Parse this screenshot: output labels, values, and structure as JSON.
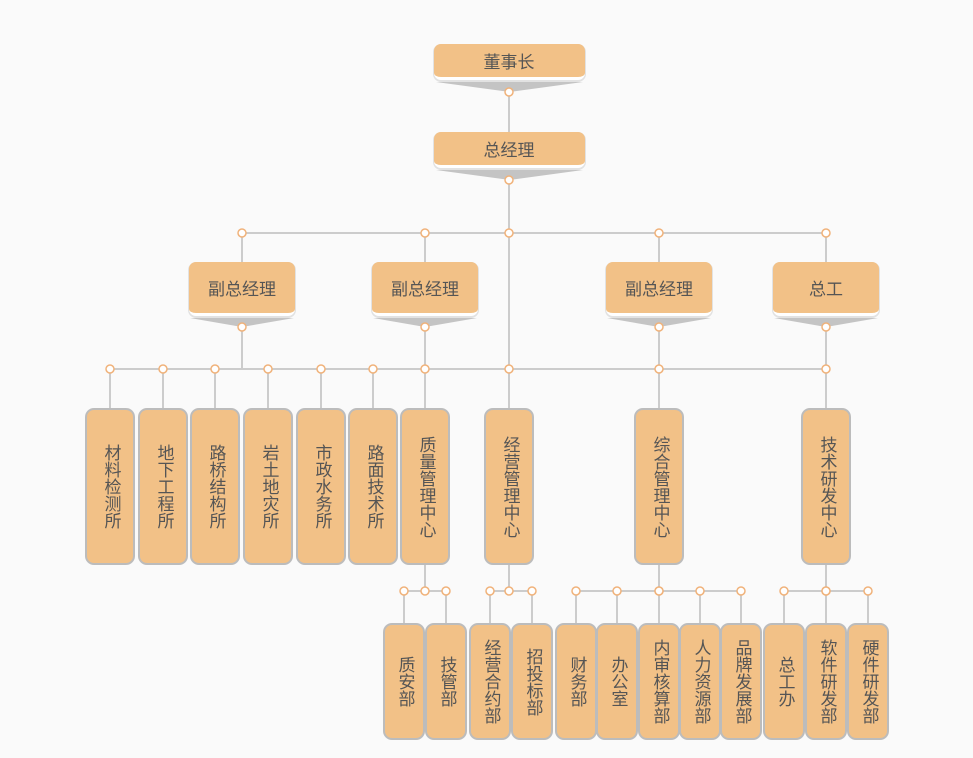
{
  "chairman": "董事长",
  "general_manager": "总经理",
  "level2": [
    "副总经理",
    "副总经理",
    "副总经理",
    "总工"
  ],
  "departments": [
    "材料检测所",
    "地下工程所",
    "路桥结构所",
    "岩土地灾所",
    "市政水务所",
    "路面技术所",
    "质量管理中心",
    "经营管理中心",
    "综合管理中心",
    "技术研发中心"
  ],
  "sub_departments": [
    {
      "parent": "质量管理中心",
      "items": [
        "质安部",
        "技管部"
      ]
    },
    {
      "parent": "经营管理中心",
      "items": [
        "经营合约部",
        "招投标部"
      ]
    },
    {
      "parent": "综合管理中心",
      "items": [
        "财务部",
        "办公室",
        "内审核算部",
        "人力资源部",
        "品牌发展部"
      ]
    },
    {
      "parent": "技术研发中心",
      "items": [
        "总工办",
        "软件研发部",
        "硬件研发部"
      ]
    }
  ],
  "colors": {
    "node": "#f2c187",
    "line": "#cccccc",
    "dot": "#f0b27a",
    "text": "#555555"
  }
}
